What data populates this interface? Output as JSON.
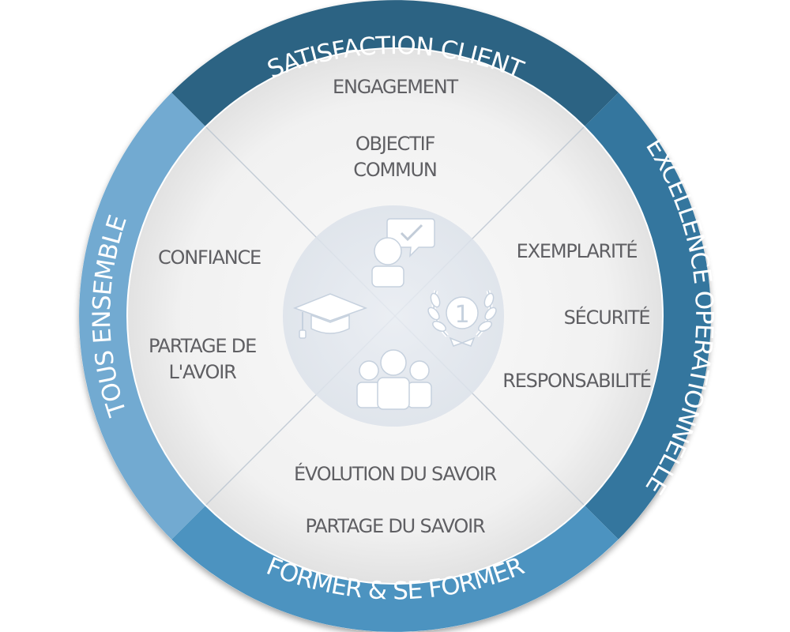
{
  "diagram": {
    "segments": {
      "top": {
        "title": "SATISFACTION CLIENT",
        "color": "#2c6383",
        "values": [
          "ENGAGEMENT",
          "OBJECTIF",
          "COMMUN"
        ]
      },
      "right": {
        "title": "EXCELLENCE OPÉRATIONNELLE",
        "color": "#34769e",
        "values": [
          "EXEMPLARITÉ",
          "SÉCURITÉ",
          "RESPONSABILITÉ"
        ]
      },
      "bottom": {
        "title": "FORMER & SE FORMER",
        "color": "#4c93c0",
        "values": [
          "ÉVOLUTION DU SAVOIR",
          "PARTAGE DU SAVOIR"
        ]
      },
      "left": {
        "title": "TOUS ENSEMBLE",
        "color": "#72aad1",
        "values": [
          "CONFIANCE",
          "PARTAGE DE",
          "L'AVOIR"
        ]
      }
    },
    "center_icons": {
      "top": "person-checkmark-speech-icon",
      "right": "laurel-number-one-icon",
      "bottom": "group-of-people-icon",
      "left": "graduation-cap-icon"
    },
    "badge_number": "1"
  }
}
